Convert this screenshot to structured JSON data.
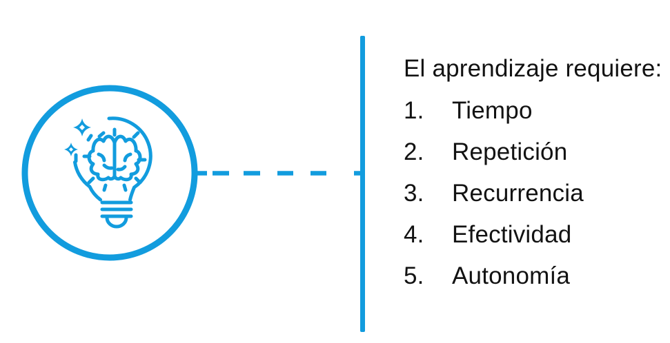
{
  "accent_color": "#129CDE",
  "text_color": "#121212",
  "background_color": "#FFFFFF",
  "figure": {
    "icon": "brain-lightbulb-with-sparkles",
    "connector_style": "dashed",
    "divider_style": "solid-vertical"
  },
  "content": {
    "heading": "El aprendizaje requiere:",
    "list": [
      {
        "number": "1.",
        "label": "Tiempo"
      },
      {
        "number": "2.",
        "label": "Repetición"
      },
      {
        "number": "3.",
        "label": "Recurrencia"
      },
      {
        "number": "4.",
        "label": "Efectividad"
      },
      {
        "number": "5.",
        "label": "Autonomía"
      }
    ]
  }
}
